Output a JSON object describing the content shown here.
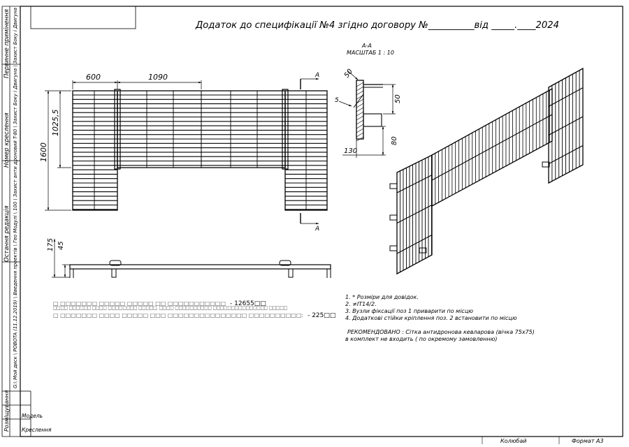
{
  "title": "Додаток до специфікації №4 згідно договору №__________від _____.____2024",
  "section": {
    "label": "А-А",
    "scale": "МАСШТАБ 1 : 10"
  },
  "dimensions": {
    "d600": "600",
    "d1090": "1090",
    "d1025": "1025,5",
    "d1600": "1600",
    "d175": "175",
    "d45": "45",
    "d50a": "50",
    "d50b": "50",
    "d5": "5",
    "d80": "80",
    "d130": "130",
    "cutA1": "A",
    "cutA2": "A"
  },
  "notes": [
    "1. * Розміри для довідок.",
    "2. ≠IT14/2.",
    "3. Вузли фіксації поз 1 приварити по місцю",
    "4. Додаткові стійки кріплення поз. 2 встановити по місцю"
  ],
  "recommendation": [
    "РЕКОМЕНДОВАНО : Сітка антидронова кевларова (вічка 75х75)",
    "в комплект не входить ( по окремому замовленню)"
  ],
  "specs": [
    {
      "label": "□ □□□□□□□ □□□□□ □□□□□ □□ □□□□□□□□□□□",
      "value": "- 12655□□"
    },
    {
      "label": "□□□□ □□□□□□ □□□□ □□□□□□□□ □□□□□. □□□□ □□□□□□□□□□ □□□□□□□□□□□□□□□ □□□□□",
      "value": ""
    },
    {
      "label": "□ □□□□□□□ □□□□ □□□□□ □□□ □□□□□□□□□□□□□□□ □□□□□□□□□□:",
      "value": "- 225□□"
    }
  ],
  "side_labels": {
    "first_use": "Первинне примінення",
    "draft_number": "Номер креслення",
    "last_edit": "Остання редакція",
    "path": "G:\\ Мой диск \\ POBOTA (11.12.2019) \\ Введення проектів \\ Гео Модулі \\ 100 \\ Захист анти дроновий T-80 \\ Захист Боку і Двигуна \\ Захист Боку і Двигуна",
    "placement": "Розміщування",
    "model": "Модель",
    "drawing": "Креслення"
  },
  "footer": {
    "author": "Колюбай",
    "format": "Формат А3"
  }
}
